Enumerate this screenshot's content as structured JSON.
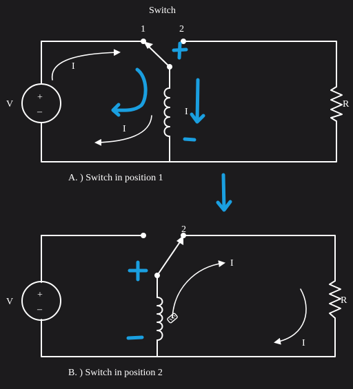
{
  "top": {
    "title": "Switch",
    "pos1": "1",
    "pos2": "2",
    "source_label": "V",
    "plus_sign": "+",
    "minus_sign": "–",
    "resistor_label": "R",
    "current_source_loop": "I",
    "current_inductor_loop": "I",
    "current_inductor": "I",
    "caption": "A. )  Switch in position 1"
  },
  "bottom": {
    "pos2": "2",
    "source_label": "V",
    "plus_sign": "+",
    "minus_sign": "–",
    "resistor_label": "R",
    "current_top": "I",
    "current_right": "I",
    "caption": "B. )  Switch in  position  2"
  },
  "colors": {
    "background": "#1c1b1d",
    "wire": "#ffffff",
    "annotation": "#1a9fe0"
  },
  "icons": [
    "battery-icon",
    "inductor-coil-icon",
    "resistor-icon",
    "spark-icon"
  ]
}
